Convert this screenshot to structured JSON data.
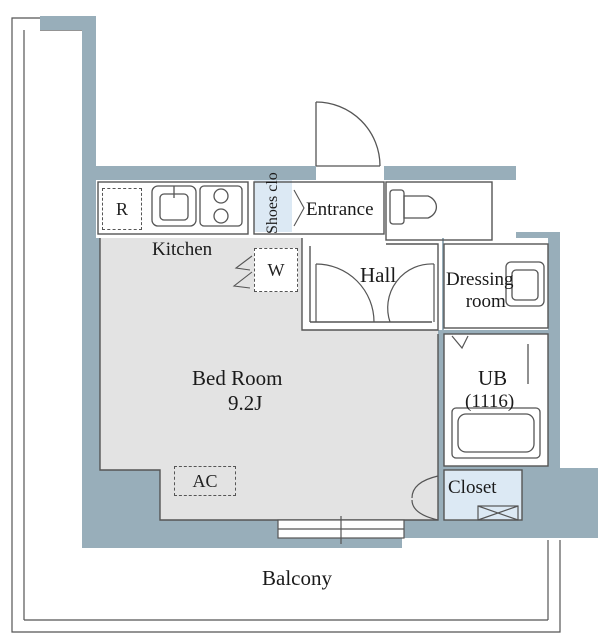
{
  "colors": {
    "wall": "#98aeba",
    "room_fill": "#e3e3e3",
    "blue_fill": "#dce9f4",
    "outline": "#555555",
    "background": "#ffffff"
  },
  "rooms": {
    "kitchen": "Kitchen",
    "bedroom_name": "Bed Room",
    "bedroom_size": "9.2J",
    "hall": "Hall",
    "entrance": "Entrance",
    "shoes_closet": "Shoes clo",
    "dressing_line1": "Dressing",
    "dressing_line2": "room",
    "unit_bath_name": "UB",
    "unit_bath_size": "(1116)",
    "closet": "Closet",
    "balcony": "Balcony"
  },
  "fixtures": {
    "refrigerator": "R",
    "washer": "W",
    "air_conditioner": "AC"
  },
  "icons": [
    "sink-icon",
    "stove-icon",
    "toilet-icon",
    "washbasin-icon",
    "bathtub-icon",
    "door-swing-icon"
  ]
}
